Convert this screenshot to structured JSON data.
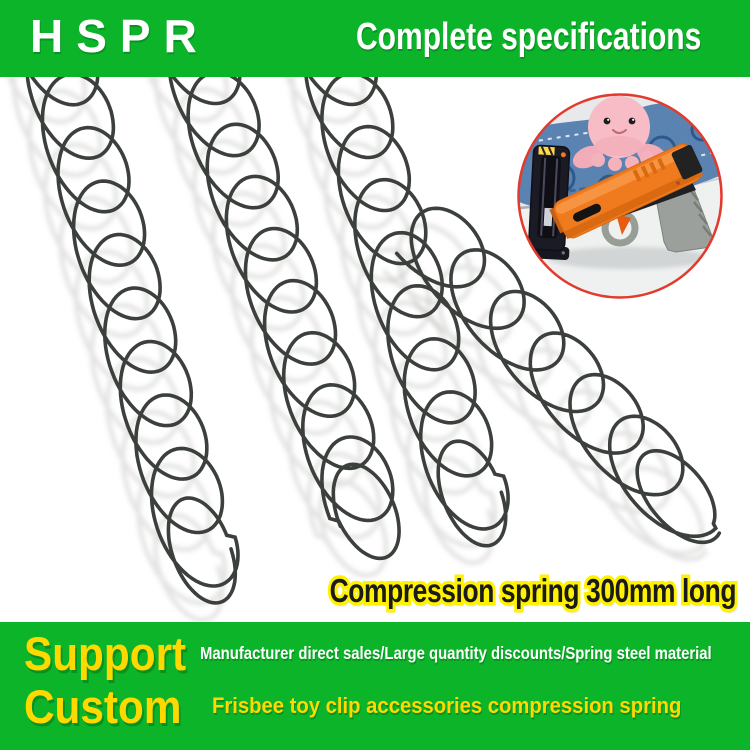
{
  "header": {
    "brand": "HSPR",
    "tagline": "Complete specifications"
  },
  "caption": {
    "text": "Compression spring 300mm long"
  },
  "footer": {
    "support": "Support",
    "custom": "Custom",
    "line1": "Manufacturer direct sales/Large quantity discounts/Spring steel material",
    "line2": "Frisbee toy clip accessories compression spring"
  },
  "colors": {
    "banner_green": "#0cb42a",
    "accent_yellow": "#ffd800",
    "caption_stroke_yellow": "#fff200",
    "caption_fill_black": "#1a1a1a",
    "spring_wire_gray": "#3b403c",
    "inset_border_red": "#e23b2d",
    "text_white": "#ffffff"
  }
}
